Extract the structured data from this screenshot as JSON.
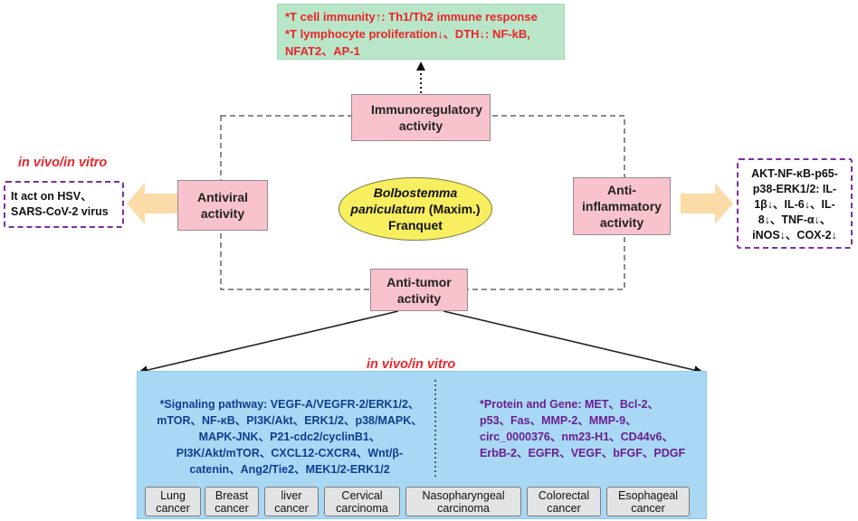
{
  "top_effects": {
    "line1": "*T cell immunity↑:  Th1/Th2 immune response",
    "line2": "*T lymphocyte proliferation↓、DTH↓: NF-kB,",
    "line3": "NFAT2、AP-1"
  },
  "center": {
    "genus_line1": "Bolbostemma",
    "genus_line2": "paniculatum",
    "author": " (Maxim.)",
    "author2": "Franquet"
  },
  "activities": {
    "immunoregulatory": "Immunoregulatory activity",
    "antiviral": "Antiviral activity",
    "anti_inflammatory": "Anti-inflammatory activity",
    "anti_tumor": "Anti-tumor activity"
  },
  "antiviral_side": {
    "tag": "in vivo/in vitro",
    "text": "It act on HSV、SARS-CoV-2 virus"
  },
  "inflammatory_side": {
    "text": "AKT-NF-κB-p65-p38-ERK1/2:  IL-1β↓、IL-6↓、IL-8↓、TNF-α↓、iNOS↓、COX-2↓"
  },
  "tumor_section": {
    "tag": "in vivo/in vitro",
    "signaling": "*Signaling pathway: VEGF-A/VEGFR-2/ERK1/2、mTOR、NF-κB、PI3K/Akt、ERK1/2、p38/MAPK、MAPK-JNK、P21-cdc2/cyclinB1、PI3K/Akt/mTOR、CXCL12-CXCR4、Wnt/β-catenin、Ang2/Tie2、MEK1/2-ERK1/2",
    "protein": "*Protein and Gene: MET、Bcl-2、p53、Fas、MMP-2、MMP-9、circ_0000376、nm23-H1、CD44v6、ErbB-2、EGFR、VEGF、bFGF、PDGF",
    "cancers": [
      "Lung cancer",
      "Breast cancer",
      "liver cancer",
      "Cervical carcinoma",
      "Nasopharyngeal carcinoma",
      "Colorectal cancer",
      "Esophageal cancer"
    ]
  },
  "colors": {
    "red_text": "#e8262a",
    "pink_box": "#f8c3cd",
    "green_box": "#b9e6c9",
    "blue_panel": "#a9d8f5",
    "ellipse": "#f7ef5f",
    "arrow": "#fbdca8",
    "dashed_border": "#7b2fa0"
  }
}
